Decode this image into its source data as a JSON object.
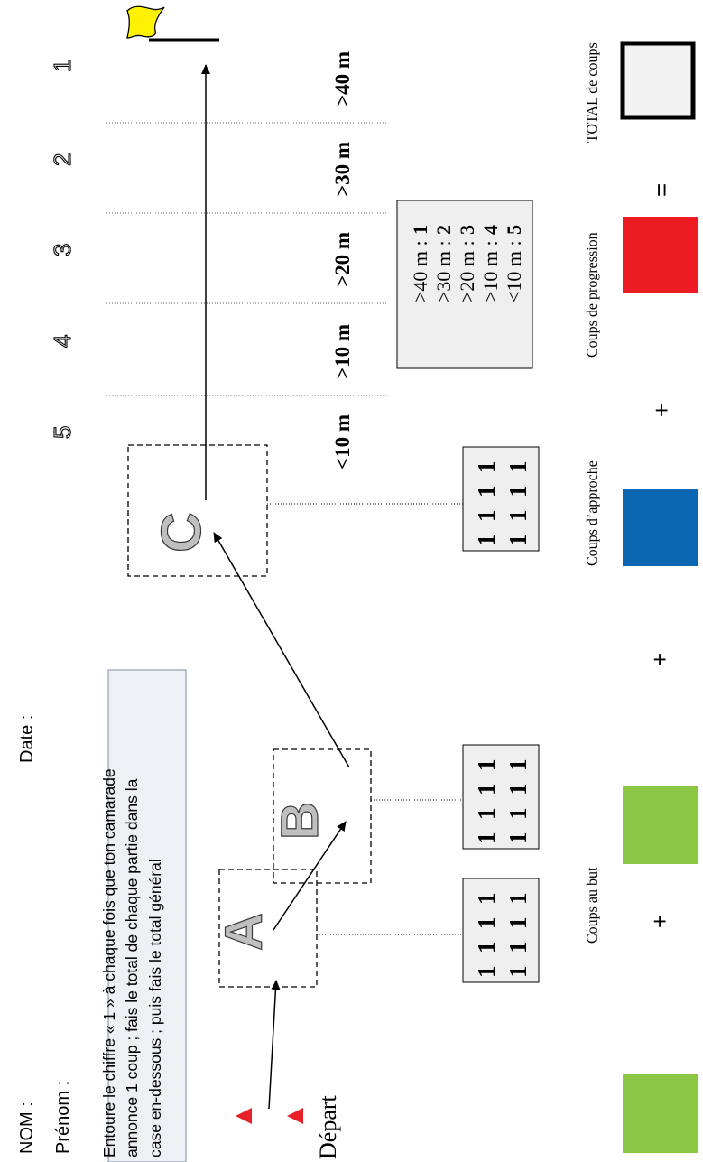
{
  "header": {
    "nom_label": "NOM :",
    "prenom_label": "Prénom :",
    "date_label": "Date :",
    "instructions": [
      "Entoure le chiffre « 1 » à chaque fois que ton camarade",
      "annonce 1 coup ; fais le total de chaque partie dans la",
      "case en-dessous ; puis fais le total général"
    ]
  },
  "course": {
    "depart_label": "Départ",
    "stations": [
      "A",
      "B",
      "C"
    ]
  },
  "zones": {
    "numbers": [
      "5",
      "4",
      "3",
      "2",
      "1"
    ],
    "distances": [
      "<10 m",
      ">10 m",
      ">20 m",
      ">30 m",
      ">40 m"
    ]
  },
  "tally": {
    "digit": "1",
    "boxes": [
      {
        "rows": [
          [
            "1",
            "1",
            "1",
            "1"
          ],
          [
            "1",
            "1",
            "1",
            "1"
          ]
        ]
      },
      {
        "rows": [
          [
            "1",
            "1",
            "1",
            "1"
          ],
          [
            "1",
            "1",
            "1",
            "1"
          ]
        ]
      },
      {
        "rows": [
          [
            "1",
            "1",
            "1",
            "1"
          ],
          [
            "1",
            "1",
            "1",
            "1"
          ]
        ]
      }
    ]
  },
  "legend": {
    "rows": [
      {
        "dist": ">40 m :",
        "value": "1"
      },
      {
        "dist": ">30 m :",
        "value": "2"
      },
      {
        "dist": ">20 m :",
        "value": "3"
      },
      {
        "dist": ">10 m :",
        "value": "4"
      },
      {
        "dist": "<10 m :",
        "value": "5"
      }
    ]
  },
  "scoring": {
    "coups_au_but": "Coups au but",
    "coups_approche": "Coups d’approche",
    "coups_progression": "Coups de progression",
    "total": "TOTAL de coups",
    "plus": "+",
    "equals": "=",
    "colors": {
      "green": "#8CC645",
      "blue": "#0B67B2",
      "red": "#ED1C24",
      "total_box": "#F2F2F2",
      "flag": "#FFF200",
      "marker": "#E8202A"
    }
  }
}
